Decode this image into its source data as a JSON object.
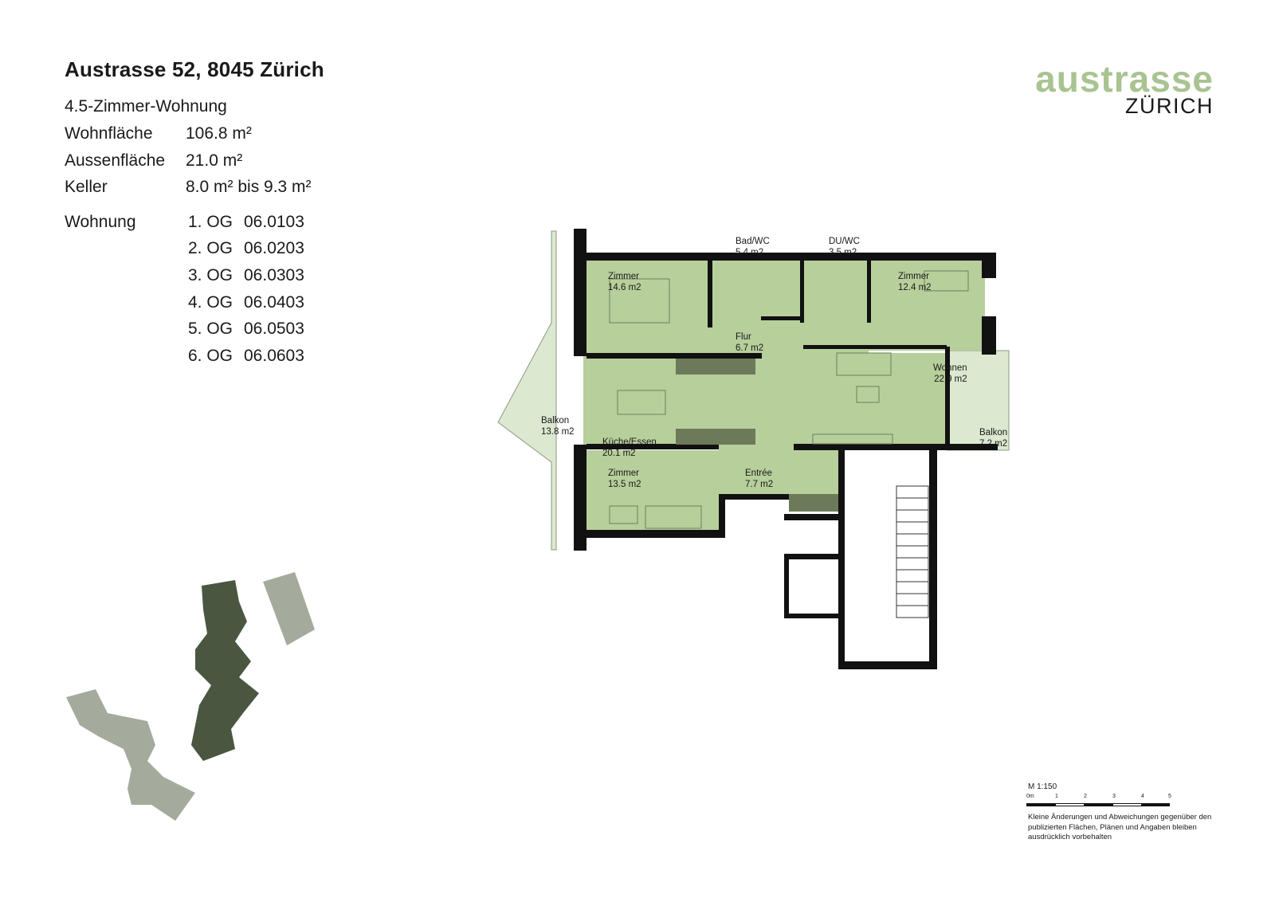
{
  "header": {
    "address": "Austrasse 52, 8045 Zürich",
    "apartment_type": "4.5-Zimmer-Wohnung",
    "details": [
      {
        "label": "Wohnfläche",
        "value": "106.8 m²"
      },
      {
        "label": "Aussenfläche",
        "value": "21.0 m²"
      },
      {
        "label": "Keller",
        "value": "8.0 m² bis 9.3 m²"
      }
    ],
    "wohnung_label": "Wohnung",
    "units": [
      {
        "floor": "1. OG",
        "number": "06.0103"
      },
      {
        "floor": "2. OG",
        "number": "06.0203"
      },
      {
        "floor": "3. OG",
        "number": "06.0303"
      },
      {
        "floor": "4. OG",
        "number": "06.0403"
      },
      {
        "floor": "5. OG",
        "number": "06.0503"
      },
      {
        "floor": "6. OG",
        "number": "06.0603"
      }
    ]
  },
  "logo": {
    "name": "austrasse",
    "city": "ZÜRICH",
    "color": "#a9c391"
  },
  "rooms": [
    {
      "name": "Bad/WC",
      "area": "5.4 m2"
    },
    {
      "name": "DU/WC",
      "area": "3.5 m2"
    },
    {
      "name": "Zimmer",
      "area": "14.6 m2"
    },
    {
      "name": "Zimmer",
      "area": "12.4 m2"
    },
    {
      "name": "Flur",
      "area": "6.7 m2"
    },
    {
      "name": "Wohnen",
      "area": "22.9 m2"
    },
    {
      "name": "Balkon",
      "area": "13.8 m2"
    },
    {
      "name": "Küche/Essen",
      "area": "20.1 m2"
    },
    {
      "name": "Balkon",
      "area": "7.2 m2"
    },
    {
      "name": "Zimmer",
      "area": "13.5 m2"
    },
    {
      "name": "Entrée",
      "area": "7.7 m2"
    }
  ],
  "colors": {
    "room_fill": "#b7cf9b",
    "balcony_fill": "#dce8d0",
    "wall": "#111111",
    "kitchen": "#6d7a5a",
    "site_dark": "#4a5640",
    "site_light": "#a4ab9c"
  },
  "scale": {
    "label": "M 1:150",
    "ticks": [
      "0m",
      "1",
      "2",
      "3",
      "4",
      "5"
    ]
  },
  "disclaimer": "Kleine Änderungen und Abweichungen gegenüber den publizierten Flächen, Plänen und Angaben bleiben ausdrücklich vorbehalten"
}
